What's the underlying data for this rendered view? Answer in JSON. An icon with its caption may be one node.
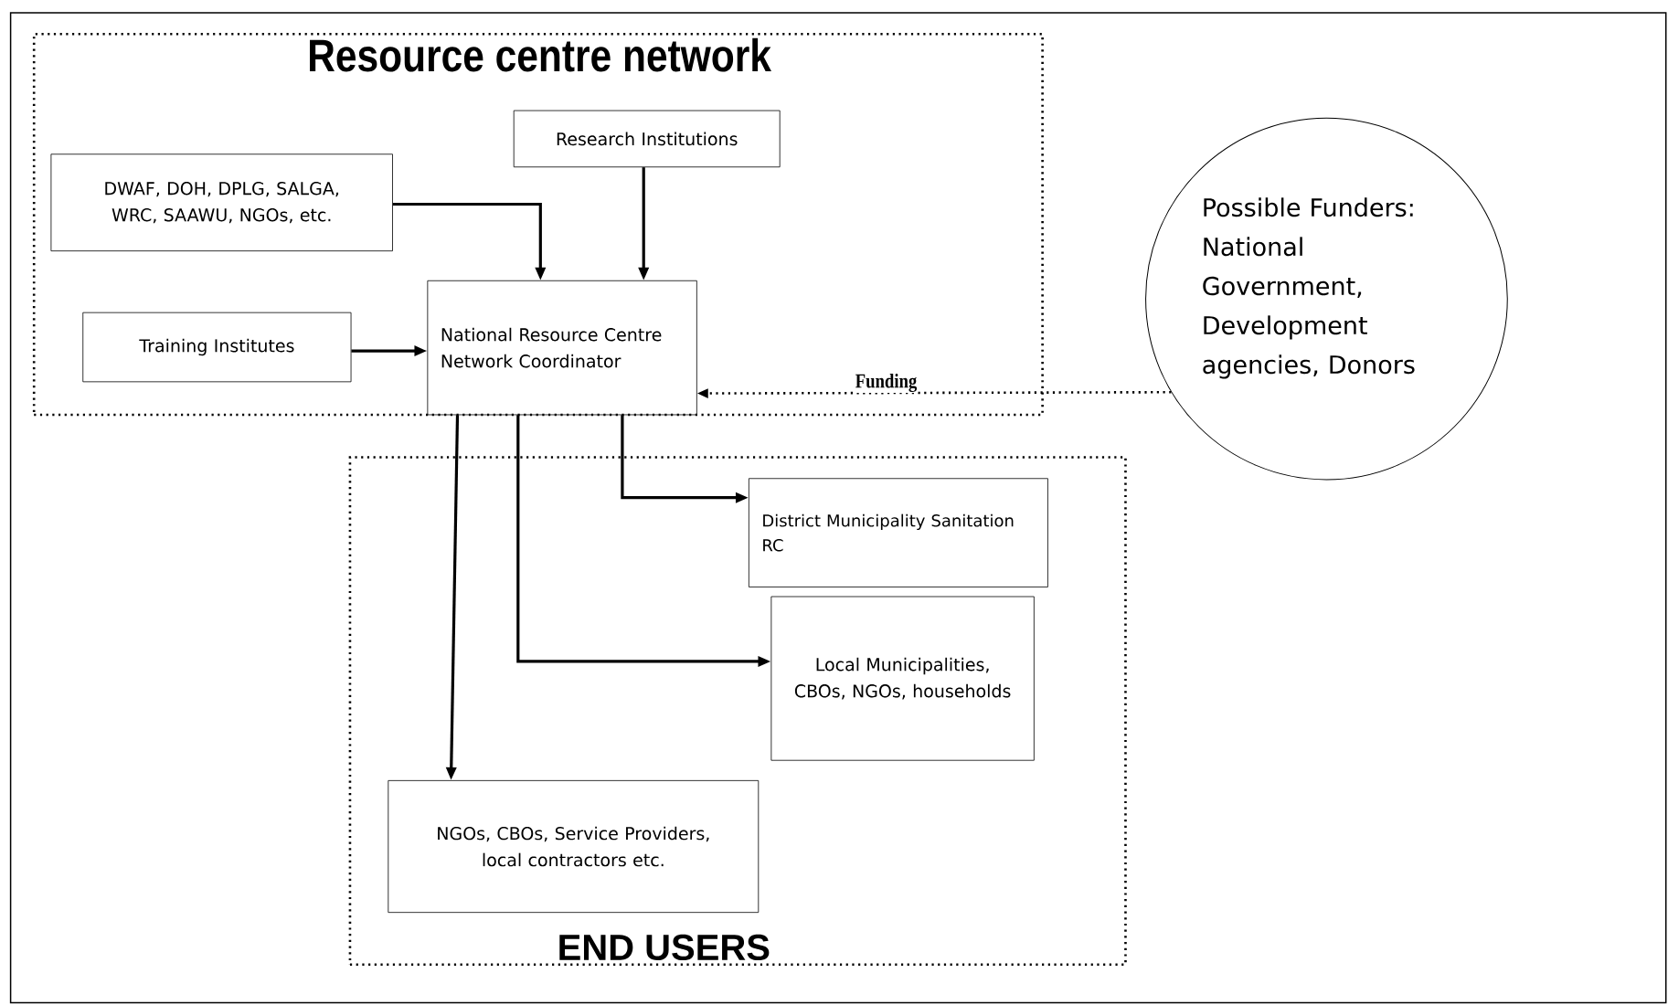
{
  "diagram": {
    "nodes": [
      {
        "text": [
          "Resource centre network"
        ]
      },
      {
        "text": [
          "DWAF, DOH, DPLG, SALGA, WRC, SAAWU, NGOs, etc."
        ],
        "in": 0
      },
      {
        "text": [
          "Research Institutions"
        ],
        "in": 0
      },
      {
        "text": [
          "Training Institutes"
        ],
        "in": 0
      },
      {
        "text": [
          "National Resource Centre Network Coordinator"
        ],
        "in": 0
      },
      {
        "text": [
          "Possible Funders: National Government, Development agencies, Donors"
        ]
      },
      {
        "text": [
          "END USERS"
        ]
      },
      {
        "text": [
          "District Municipality Sanitation RC"
        ],
        "in": 6
      },
      {
        "text": [
          "Local Municipalities, CBOs, NGOs, households"
        ],
        "in": 6
      },
      {
        "text": [
          "NGOs, CBOs, Service Providers, local contractors etc."
        ],
        "in": 6
      }
    ],
    "edges": [
      {
        "from": 1,
        "to": 4,
        "arrow": "to"
      },
      {
        "from": 2,
        "to": 4,
        "arrow": "to"
      },
      {
        "from": 3,
        "to": 4,
        "arrow": "to"
      },
      {
        "from": 5,
        "to": 4,
        "arrow": "to",
        "label": "Funding",
        "style": "dashed"
      },
      {
        "from": 4,
        "to": 7,
        "arrow": "to"
      },
      {
        "from": 4,
        "to": 8,
        "arrow": "to"
      },
      {
        "from": 4,
        "to": 9,
        "arrow": "to"
      }
    ]
  }
}
